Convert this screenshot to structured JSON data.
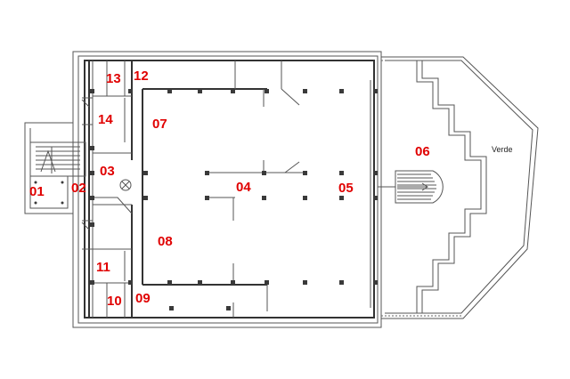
{
  "rooms": [
    {
      "id": "r01",
      "label": "01"
    },
    {
      "id": "r02",
      "label": "02"
    },
    {
      "id": "r03",
      "label": "03"
    },
    {
      "id": "r04",
      "label": "04"
    },
    {
      "id": "r05",
      "label": "05"
    },
    {
      "id": "r06",
      "label": "06"
    },
    {
      "id": "r07",
      "label": "07"
    },
    {
      "id": "r08",
      "label": "08"
    },
    {
      "id": "r09",
      "label": "09"
    },
    {
      "id": "r10",
      "label": "10"
    },
    {
      "id": "r11",
      "label": "11"
    },
    {
      "id": "r12",
      "label": "12"
    },
    {
      "id": "r13",
      "label": "13"
    },
    {
      "id": "r14",
      "label": "14"
    }
  ],
  "annotations": {
    "garden": "Verde"
  },
  "colors": {
    "room_label": "#e00000",
    "wall": "#3a3a3a"
  }
}
